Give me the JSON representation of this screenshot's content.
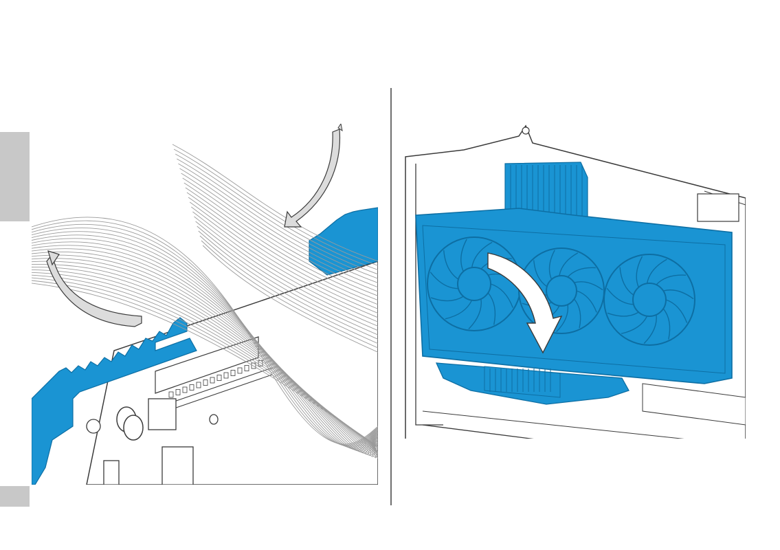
{
  "colors": {
    "accent": "#1a94d3",
    "accent_dark": "#0d6ea3",
    "tab_gray": "#c8c8c8",
    "line": "#3a3a3a",
    "light_line": "#9a9a9a",
    "divider": "#6e6e6e",
    "arrow_fill": "#dcdcdc"
  },
  "figures": [
    {
      "id": "left",
      "depicts": "ribbon-cable-routing-through-bracket-slot",
      "arrow": "curved-arrow-down-left"
    },
    {
      "id": "right",
      "depicts": "graphics-card-rotated-into-vertical-mount",
      "arrow": "curved-arrow-down"
    }
  ]
}
